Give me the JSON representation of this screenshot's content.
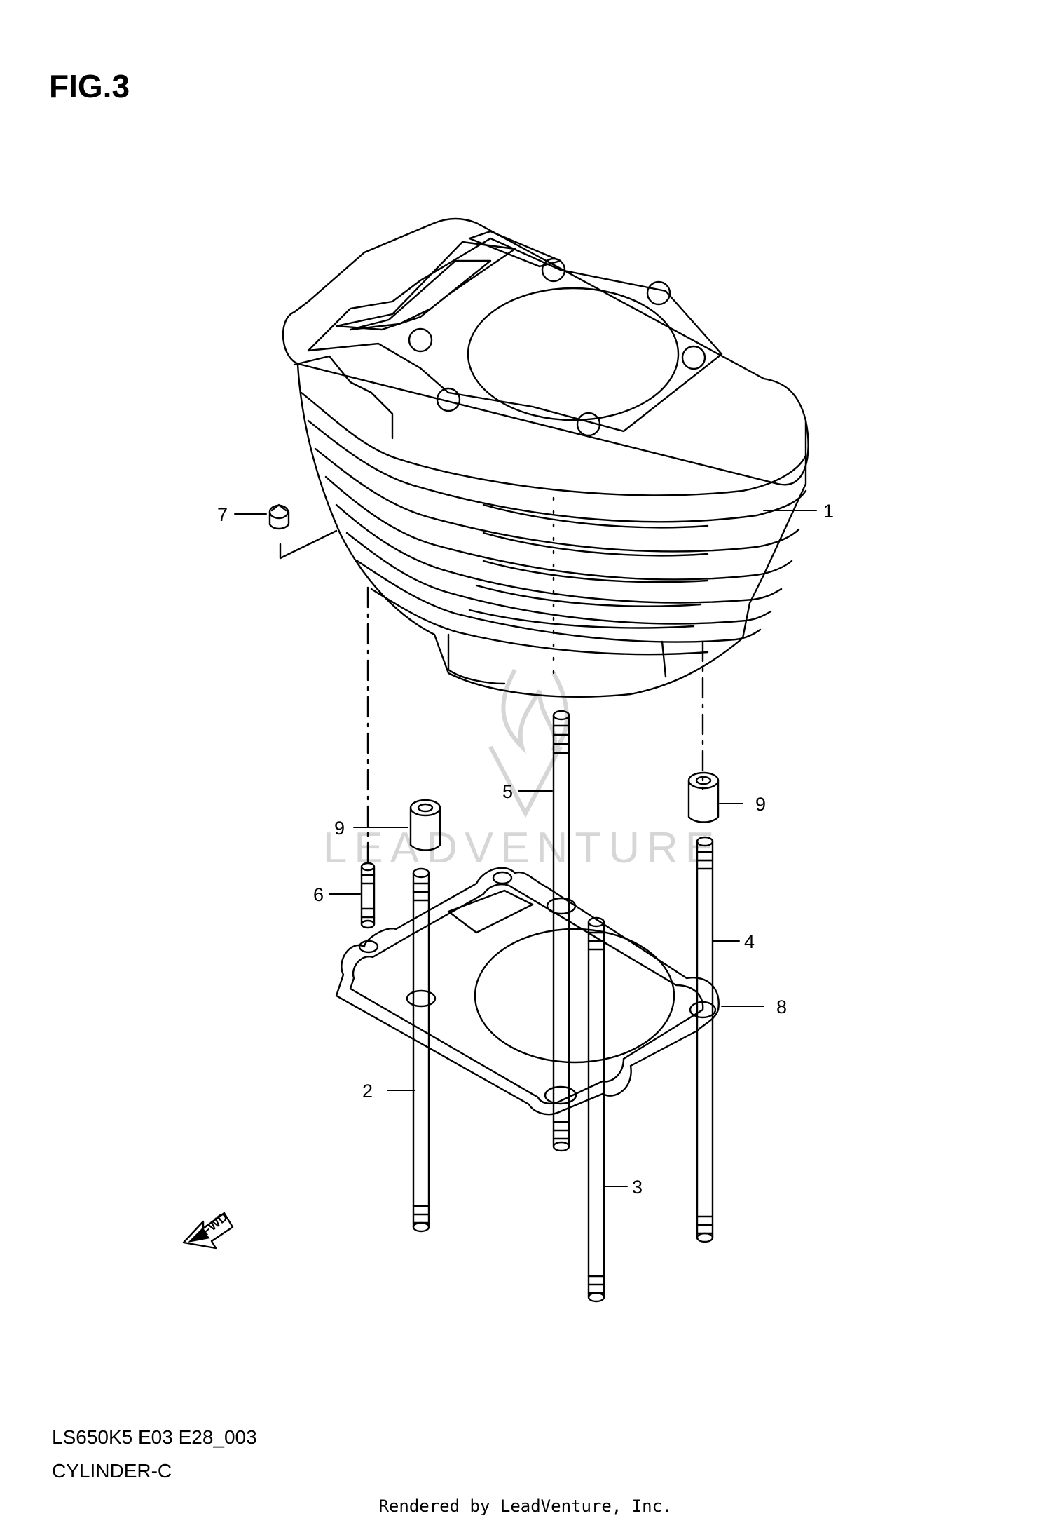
{
  "figure": {
    "title": "FIG.3"
  },
  "watermark": {
    "text": "LEADVENTURE"
  },
  "callouts": [
    {
      "id": "1",
      "label": "1"
    },
    {
      "id": "2",
      "label": "2"
    },
    {
      "id": "3",
      "label": "3"
    },
    {
      "id": "4",
      "label": "4"
    },
    {
      "id": "5",
      "label": "5"
    },
    {
      "id": "6",
      "label": "6"
    },
    {
      "id": "7",
      "label": "7"
    },
    {
      "id": "8",
      "label": "8"
    },
    {
      "id": "9a",
      "label": "9"
    },
    {
      "id": "9b",
      "label": "9"
    }
  ],
  "direction_marker": {
    "text": "FWD"
  },
  "footer": {
    "model_code": "LS650K5 E03 E28_003",
    "diagram_name": "CYLINDER-C",
    "rendered_by": "Rendered by LeadVenture, Inc."
  },
  "colors": {
    "line": "#000000",
    "watermark": "#d6d6d6",
    "background": "#ffffff"
  }
}
